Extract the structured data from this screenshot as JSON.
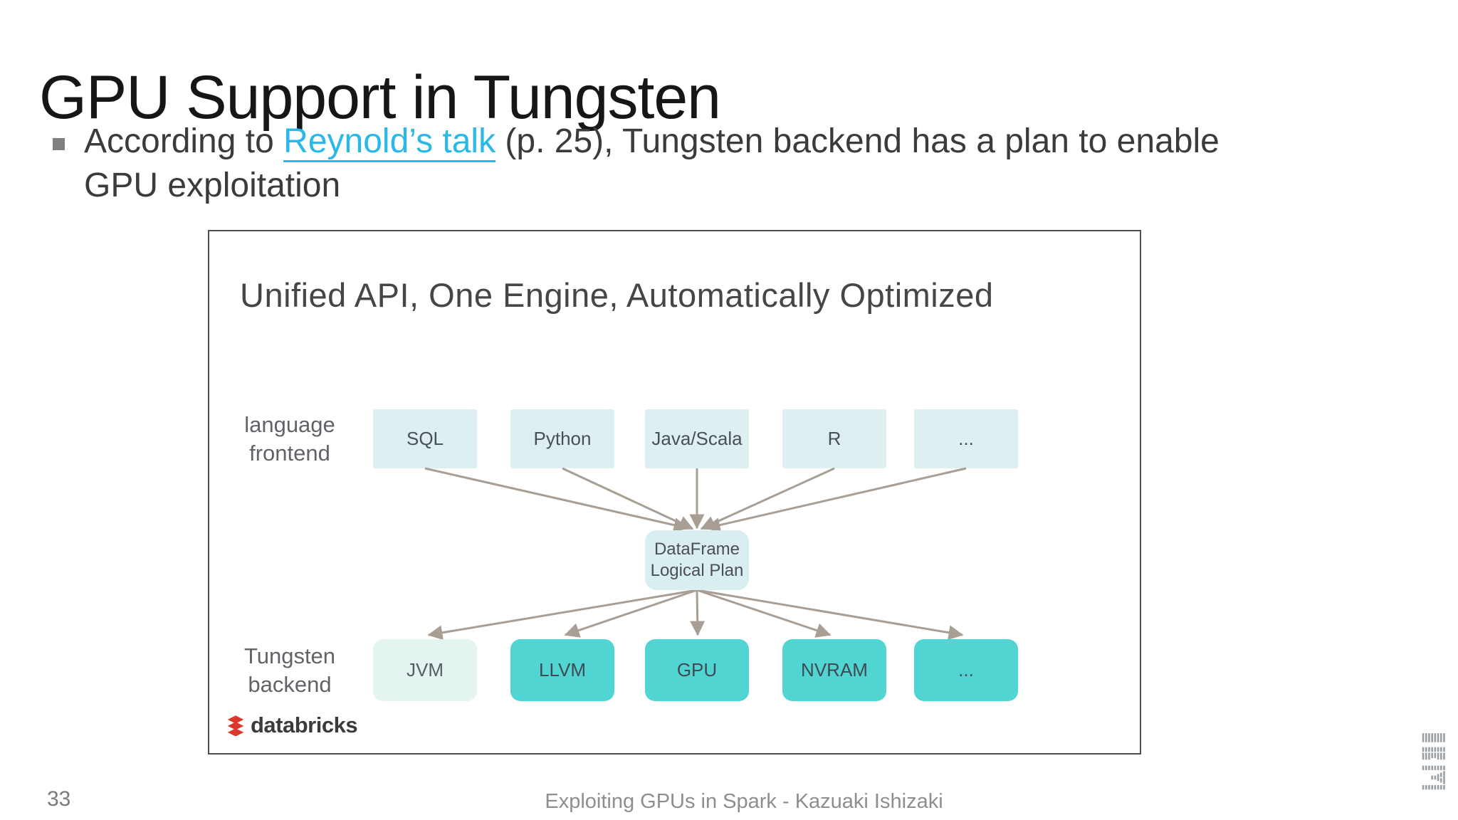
{
  "slide": {
    "title": "GPU Support in Tungsten",
    "bullet": {
      "pre_link": "According to ",
      "link_text": "Reynold’s talk",
      "post_link": " (p. 25), Tungsten backend has a plan to enable",
      "line2": "GPU exploitation"
    },
    "page_number": "33",
    "footer": "Exploiting GPUs in Spark - Kazuaki Ishizaki"
  },
  "diagram": {
    "title": "Unified API, One Engine, Automatically Optimized",
    "frontend_label": [
      "language",
      "frontend"
    ],
    "backend_label": [
      "Tungsten",
      "backend"
    ],
    "frontend_boxes": [
      "SQL",
      "Python",
      "Java/Scala",
      "R",
      "..."
    ],
    "center_box": [
      "DataFrame",
      "Logical Plan"
    ],
    "backend_boxes": [
      "JVM",
      "LLVM",
      "GPU",
      "NVRAM",
      "..."
    ],
    "logo_text": "databricks"
  },
  "colors": {
    "link": "#29b8e8",
    "frontend-box": "#deeff2",
    "backend-box-teal": "#50d5d3",
    "backend-box-pale": "#e3f4f1",
    "center-box": "#d9eef1",
    "arrow": "#a89e93",
    "databricks-red": "#d9382b"
  }
}
